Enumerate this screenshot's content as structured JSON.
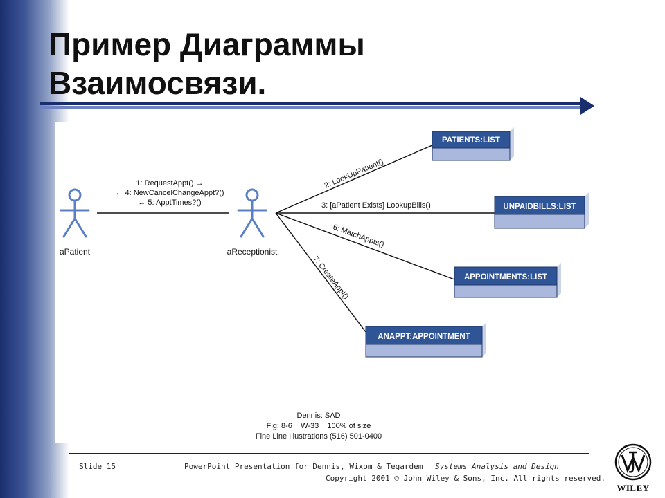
{
  "slide": {
    "title_line1": "Пример Диаграммы",
    "title_line2": "Взаимосвязи."
  },
  "diagram": {
    "actors": [
      {
        "label": "aPatient"
      },
      {
        "label": "aReceptionist"
      }
    ],
    "actor_messages": [
      "1: RequestAppt() →",
      "← 4: NewCancelChangeAppt?()",
      "← 5: ApptTimes?()"
    ],
    "objects": [
      {
        "label": "PATIENTS:LIST",
        "message": "2: LookUpPatient()"
      },
      {
        "label": "UNPAIDBILLS:LIST",
        "message": "3: [aPatient Exists] LookupBills()"
      },
      {
        "label": "APPOINTMENTS:LIST",
        "message": "6: MatchAppts()"
      },
      {
        "label": "ANAPPT:APPOINTMENT",
        "message": "7: CreateAppt()"
      }
    ],
    "credits": [
      "Dennis: SAD",
      "Fig: 8-6    W-33    100% of size",
      "Fine Line Illustrations (516) 501-0400"
    ],
    "colors": {
      "box_header": "#2f5597",
      "box_body": "#a9b8dc",
      "actor": "#5b7fc4",
      "lines": "#111111"
    }
  },
  "footer": {
    "slide_number": "Slide 15",
    "presentation": "PowerPoint Presentation for Dennis, Wixom & Tegardem",
    "book": "Systems Analysis and Design",
    "copyright": "Copyright 2001 © John Wiley & Sons, Inc.  All rights reserved."
  },
  "logo": {
    "text": "WILEY"
  }
}
